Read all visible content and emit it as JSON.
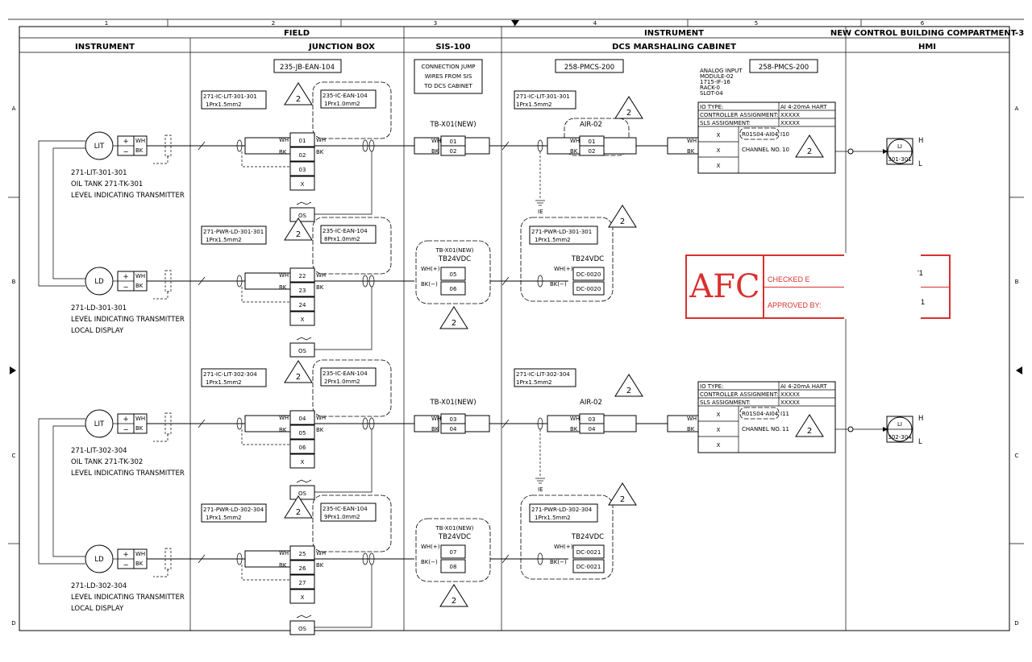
{
  "grid": {
    "columns": [
      "1",
      "2",
      "3",
      "4",
      "5",
      "6"
    ],
    "rows": [
      "A",
      "B",
      "C",
      "D"
    ]
  },
  "headers": {
    "field": "FIELD",
    "instrument_top": "INSTRUMENT",
    "new_control_building": "NEW CONTROL BUILDING COMPARTMENT-3",
    "instrument": "INSTRUMENT",
    "junction_box": "JUNCTION BOX",
    "sis": "SIS-100",
    "dcs_cabinet": "DCS MARSHALING CABINET",
    "hmi": "HMI"
  },
  "tags": {
    "jb": "235-JB-EAN-104",
    "pmcs_left": "258-PMCS-200",
    "pmcs_right": "258-PMCS-200",
    "connection_jump": [
      "CONNECTION JUMP",
      "WIRES FROM SIS",
      "TO DCS CABINET"
    ],
    "analog_input": [
      "ANALOG INPUT",
      "MODULE-02",
      "1715-IF-16",
      "RACK-0",
      "SLOT-04"
    ]
  },
  "loops": [
    {
      "device": "LIT",
      "plus": "+",
      "minus": "−",
      "wh": "WH",
      "bk": "BK",
      "desc": [
        "271-LIT-301-301",
        "OIL TANK 271-TK-301",
        "LEVEL INDICATING TRANSMITTER"
      ],
      "cable1": [
        "271-IC-LIT-301-301",
        "1Prx1.5mm2"
      ],
      "cable2": [
        "235-IC-EAN-104",
        "1Prx1.0mm2"
      ],
      "jb_terminals": [
        "01",
        "02",
        "03",
        "X",
        "OS"
      ],
      "tb": "TB-X01(NEW)",
      "tb_terms": [
        "01",
        "02"
      ],
      "cable3": [
        "271-IC-LIT-301-301",
        "1Prx1.5mm2"
      ],
      "air": "AIR-02",
      "air_terms": [
        "01",
        "02"
      ],
      "io": [
        [
          "IO TYPE:",
          "AI 4-20mA HART"
        ],
        [
          "CONTROLLER ASSIGNMENT:",
          "XXXXX"
        ],
        [
          "SLS ASSIGNMENT:",
          "XXXXX"
        ]
      ],
      "io_x": [
        "X",
        "X",
        "X"
      ],
      "io_addr": "R01S04-AI04",
      "io_ch_label": "CHANNEL NO.",
      "io_ch": "10",
      "io_side": "I10",
      "hmi": "LI",
      "hmi_tag": "301-301",
      "hmi_h": "H",
      "hmi_l": "L",
      "ie": "IE",
      "rev": "2"
    },
    {
      "device": "LD",
      "plus": "+",
      "minus": "−",
      "wh": "WH",
      "bk": "BK",
      "desc": [
        "271-LD-301-301",
        "LEVEL INDICATING TRANSMITTER",
        "LOCAL DISPLAY"
      ],
      "cable1": [
        "271-PWR-LD-301-301",
        "1Prx1.5mm2"
      ],
      "cable2": [
        "235-IC-EAN-104",
        "8Prx1.0mm2"
      ],
      "jb_terminals": [
        "22",
        "23",
        "24",
        "X",
        "OS"
      ],
      "tb": "TB-X01(NEW)",
      "tb2": "TB24VDC",
      "tb_terms": [
        "05",
        "06"
      ],
      "whp": "WH(+)",
      "bkm": "BK(−)",
      "cable3": [
        "271-PWR-LD-301-301",
        "1Prx1.5mm2"
      ],
      "pwr_tb": "TB24VDC",
      "pwr_terms": [
        "DC-0020",
        "DC-0020"
      ],
      "rev": "2"
    },
    {
      "device": "LIT",
      "plus": "+",
      "minus": "−",
      "wh": "WH",
      "bk": "BK",
      "desc": [
        "271-LIT-302-304",
        "OIL TANK 271-TK-302",
        "LEVEL INDICATING TRANSMITTER"
      ],
      "cable1": [
        "271-IC-LIT-302-304",
        "1Prx1.5mm2"
      ],
      "cable2": [
        "235-IC-EAN-104",
        "2Prx1.0mm2"
      ],
      "jb_terminals": [
        "04",
        "05",
        "06",
        "X",
        "OS"
      ],
      "tb": "TB-X01(NEW)",
      "tb_terms": [
        "03",
        "04"
      ],
      "cable3": [
        "271-IC-LIT-302-304",
        "1Prx1.5mm2"
      ],
      "air": "AIR-02",
      "air_terms": [
        "03",
        "04"
      ],
      "io": [
        [
          "IO TYPE:",
          "AI 4-20mA HART"
        ],
        [
          "CONTROLLER ASSIGNMENT:",
          "XXXXX"
        ],
        [
          "SLS ASSIGNMENT:",
          "XXXXX"
        ]
      ],
      "io_x": [
        "X",
        "X",
        "X"
      ],
      "io_addr": "R01S04-AI04",
      "io_ch_label": "CHANNEL NO.",
      "io_ch": "11",
      "io_side": "I11",
      "hmi": "LI",
      "hmi_tag": "302-304",
      "hmi_h": "H",
      "hmi_l": "L",
      "ie": "IE",
      "rev": "2"
    },
    {
      "device": "LD",
      "plus": "+",
      "minus": "−",
      "wh": "WH",
      "bk": "BK",
      "desc": [
        "271-LD-302-304",
        "LEVEL INDICATING TRANSMITTER",
        "LOCAL DISPLAY"
      ],
      "cable1": [
        "271-PWR-LD-302-304",
        "1Prx1.5mm2"
      ],
      "cable2": [
        "235-IC-EAN-104",
        "9Prx1.0mm2"
      ],
      "jb_terminals": [
        "25",
        "26",
        "27",
        "X",
        "OS"
      ],
      "tb": "TB-X01(NEW)",
      "tb2": "TB24VDC",
      "tb_terms": [
        "07",
        "08"
      ],
      "whp": "WH(+)",
      "bkm": "BK(−)",
      "cable3": [
        "271-PWR-LD-302-304",
        "1Prx1.5mm2"
      ],
      "pwr_tb": "TB24VDC",
      "pwr_terms": [
        "DC-0021",
        "DC-0021"
      ],
      "rev": "2"
    }
  ],
  "stamp": {
    "big": "AFC",
    "checked": "CHECKED E",
    "approved": "APPROVED BY:",
    "frag1": "'1",
    "frag2": "1"
  },
  "colors": {
    "stamp": "#d9302f",
    "line": "#000000",
    "paper": "#ffffff"
  }
}
